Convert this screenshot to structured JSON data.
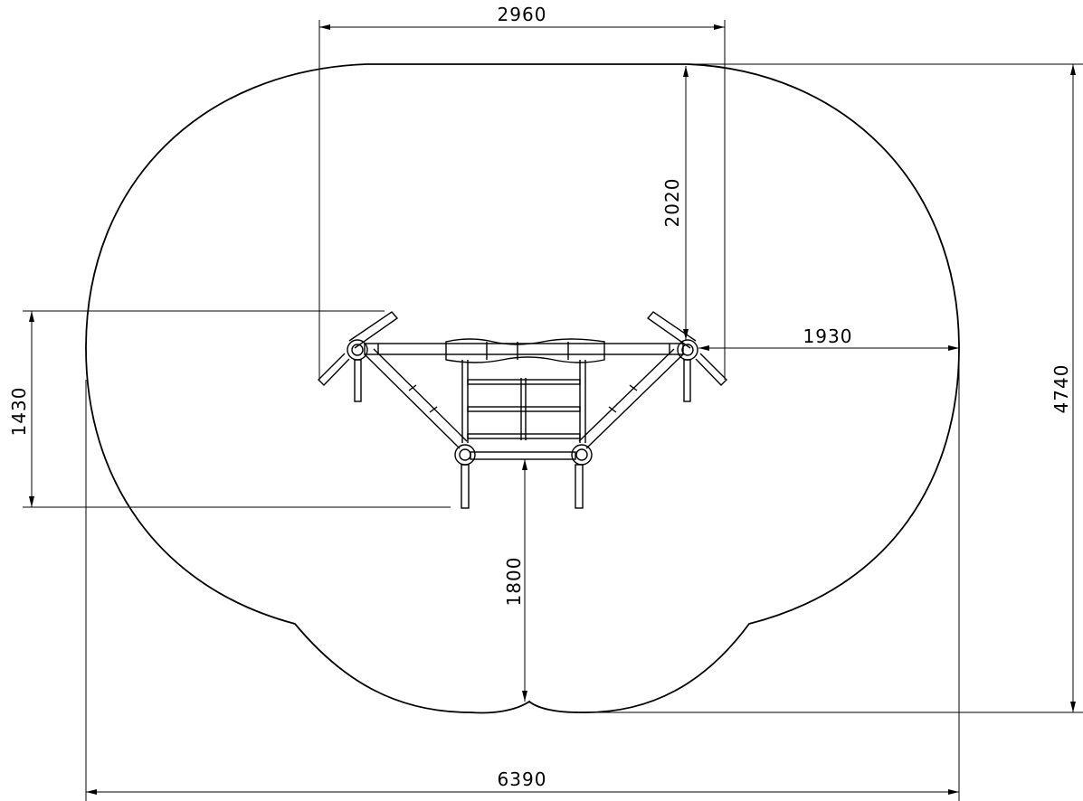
{
  "colors": {
    "line": "#000000",
    "background": "#ffffff"
  },
  "dimensions": {
    "top_width": "2960",
    "upper_depth": "2020",
    "right_clearance": "1930",
    "overall_height": "4740",
    "left_depth": "1430",
    "lower_depth": "1800",
    "overall_width": "6390"
  }
}
